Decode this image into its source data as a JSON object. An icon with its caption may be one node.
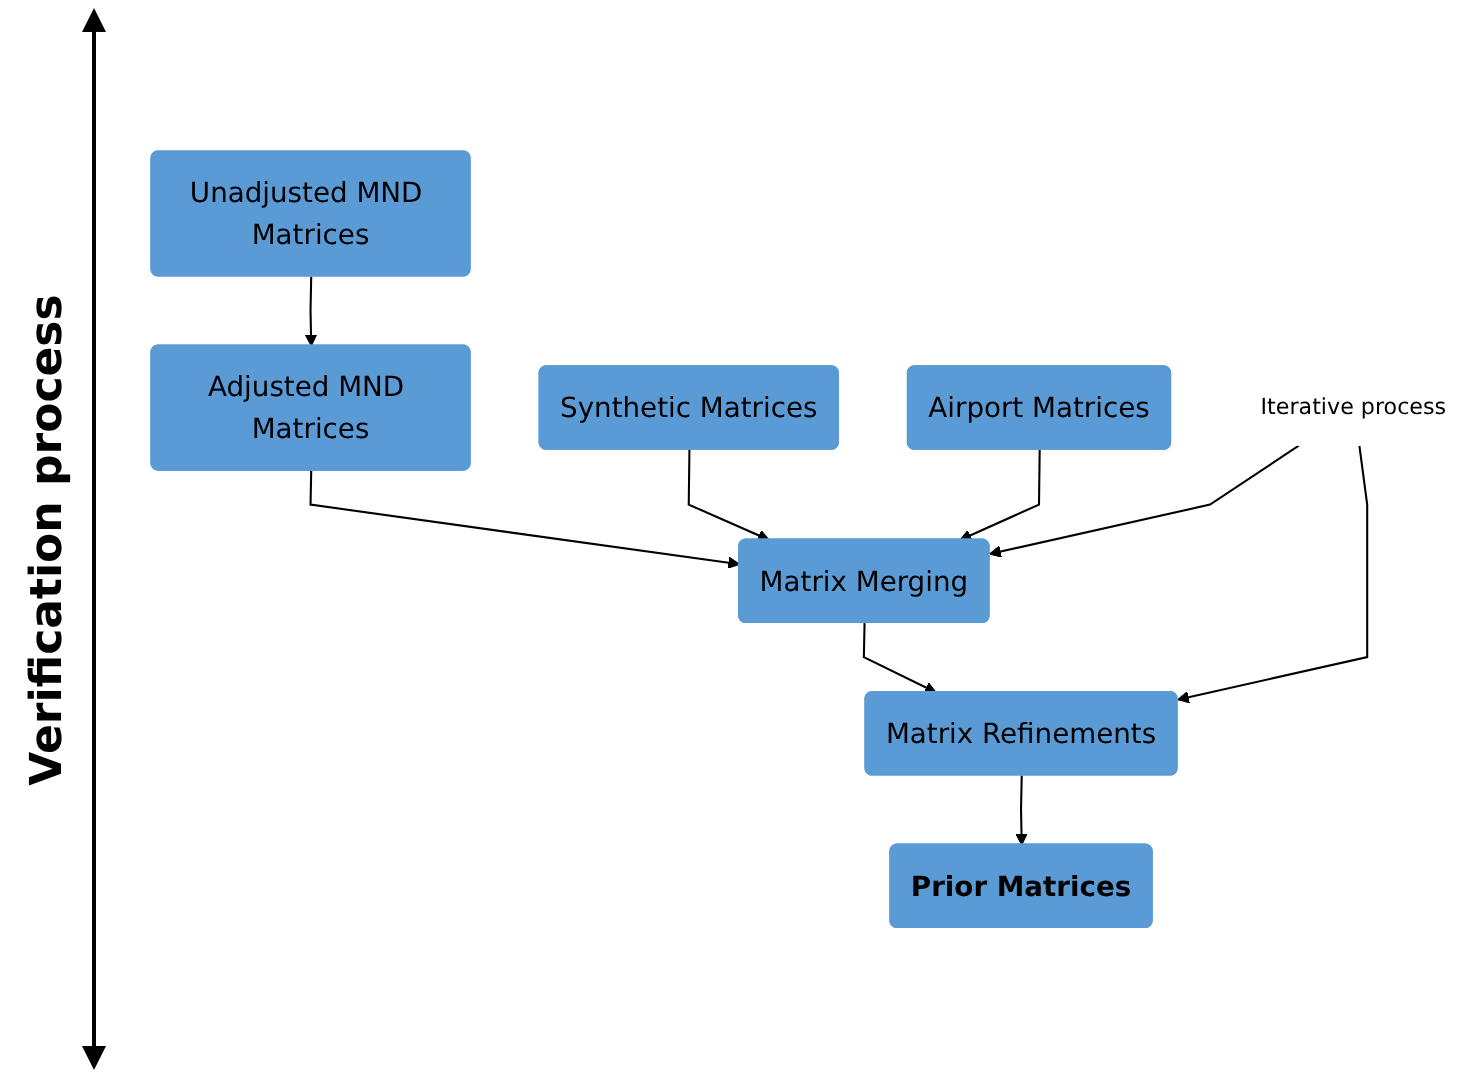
{
  "diagram": {
    "nodes": [
      {
        "text": [
          "Unadjusted MND Matrices"
        ]
      },
      {
        "text": [
          "Adjusted MND Matrices"
        ]
      },
      {
        "text": [
          "Synthetic Matrices"
        ]
      },
      {
        "text": [
          "Airport Matrices"
        ]
      },
      {
        "text": [
          "Matrix Merging"
        ]
      },
      {
        "text": [
          "Matrix Refinements"
        ]
      },
      {
        "text": [
          "Prior Matrices"
        ]
      },
      {
        "text": [
          "Iterative process"
        ]
      }
    ],
    "edges": [
      {
        "from": 0,
        "to": 1,
        "arrow": "to"
      },
      {
        "from": 1,
        "to": 4,
        "arrow": "to"
      },
      {
        "from": 2,
        "to": 4,
        "arrow": "to"
      },
      {
        "from": 3,
        "to": 4,
        "arrow": "to"
      },
      {
        "from": 4,
        "to": 5,
        "arrow": "to"
      },
      {
        "from": 5,
        "to": 6,
        "arrow": "to"
      },
      {
        "from": 7,
        "to": 4,
        "arrow": "to"
      },
      {
        "from": 7,
        "to": 5,
        "arrow": "to"
      }
    ],
    "labels": [
      "Verification process"
    ]
  }
}
